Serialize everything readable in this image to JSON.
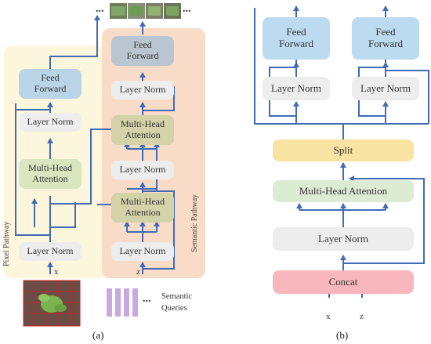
{
  "panel_a": {
    "pixel_pathway": {
      "label": "Pixel Pathway",
      "feed_forward": "Feed Forward",
      "layer_norm_top": "Layer Norm",
      "multi_head_attention": "Multi-Head Attention",
      "layer_norm_bottom": "Layer Norm",
      "input": "x"
    },
    "semantic_pathway": {
      "label": "Semantic Pathway",
      "feed_forward": "Feed Forward",
      "layer_norm_1": "Layer Norm",
      "multi_head_attention_1": "Multi-Head Attention",
      "layer_norm_2": "Layer Norm",
      "multi_head_attention_2": "Multi-Head Attention",
      "layer_norm_3": "Layer Norm",
      "input": "z"
    },
    "output_ellipsis_left": "...",
    "output_ellipsis_right": "...",
    "queries_ellipsis": "...",
    "semantic_queries": "Semantic Queries",
    "caption": "(a)"
  },
  "panel_b": {
    "feed_forward_left": "Feed Forward",
    "feed_forward_right": "Feed Forward",
    "layer_norm_left": "Layer Norm",
    "layer_norm_right": "Layer Norm",
    "split": "Split",
    "multi_head_attention": "Multi-Head Attention",
    "layer_norm": "Layer Norm",
    "concat": "Concat",
    "input_x": "x",
    "input_z": "z",
    "caption": "(b)"
  },
  "colors": {
    "arrow": "#3f6cb5",
    "pixel_bg": "#fcf6dc",
    "semantic_bg": "#f9dcc8",
    "query_bar": "#c9a9de"
  }
}
